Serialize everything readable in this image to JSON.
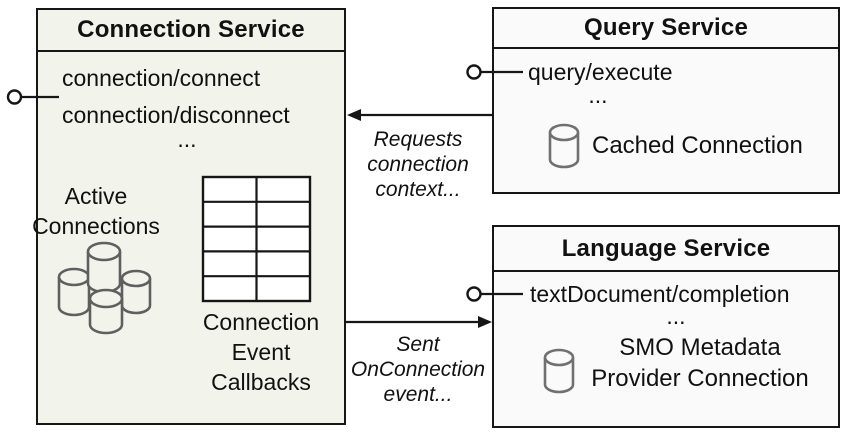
{
  "colors": {
    "connection_box_fill": "#f2f4ec",
    "service_box_fill": "#fafafa",
    "box_border": "#161616",
    "db_cluster_icon_stroke": "#5f5f5f",
    "db_icon_stroke": "#707070",
    "text": "#111111"
  },
  "connection_service": {
    "title": "Connection Service",
    "methods": [
      "connection/connect",
      "connection/disconnect"
    ],
    "ellipsis": "...",
    "active_connections": [
      "Active",
      "Connections"
    ],
    "callbacks": [
      "Connection",
      "Event",
      "Callbacks"
    ]
  },
  "query_service": {
    "title": "Query Service",
    "methods": [
      "query/execute"
    ],
    "ellipsis": "...",
    "cached_connection": "Cached Connection"
  },
  "language_service": {
    "title": "Language Service",
    "methods": [
      "textDocument/completion"
    ],
    "ellipsis": "...",
    "smo": [
      "SMO Metadata",
      "Provider Connection"
    ]
  },
  "labels": {
    "requests": [
      "Requests",
      "connection",
      "context..."
    ],
    "sent": [
      "Sent",
      "OnConnection",
      "event..."
    ]
  }
}
